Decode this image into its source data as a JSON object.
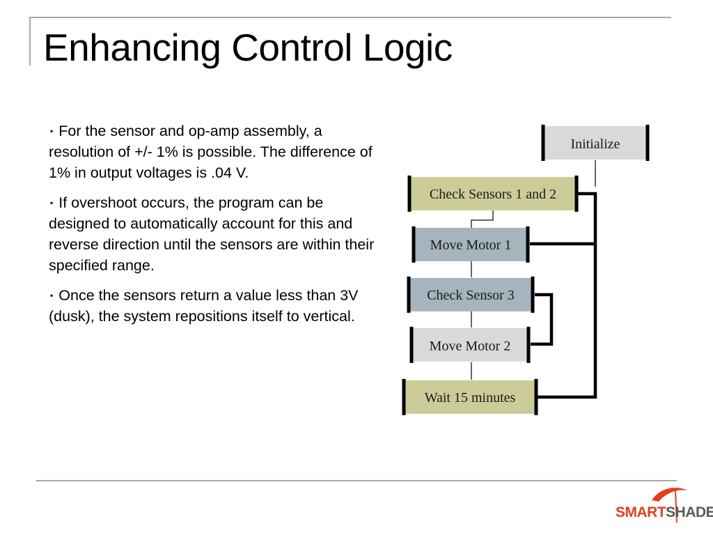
{
  "slide": {
    "title": "Enhancing Control Logic",
    "bullet_marker": "▪",
    "bullets": [
      "For the sensor and op-amp assembly, a resolution of +/- 1% is possible.  The difference of 1% in output voltages is .04 V.",
      "If overshoot occurs, the program can be designed to automatically account for this and reverse direction until the sensors are within their specified range.",
      "Once the sensors return a value less than 3V (dusk), the system repositions itself to vertical."
    ]
  },
  "flowchart": {
    "nodes": [
      {
        "label": "Initialize",
        "fill": "#d9d9d9"
      },
      {
        "label": "Check Sensors 1 and 2",
        "fill": "#cccc99"
      },
      {
        "label": "Move Motor 1",
        "fill": "#a6b4bd"
      },
      {
        "label": "Check Sensor 3",
        "fill": "#a6b4bd"
      },
      {
        "label": "Move Motor 2",
        "fill": "#d9d9d9"
      },
      {
        "label": "Wait 15 minutes",
        "fill": "#cccc99"
      }
    ]
  },
  "logo": {
    "part1": "SMART",
    "part2": "SHADE",
    "color1": "#e2401f",
    "color2": "#5a5a5a"
  }
}
